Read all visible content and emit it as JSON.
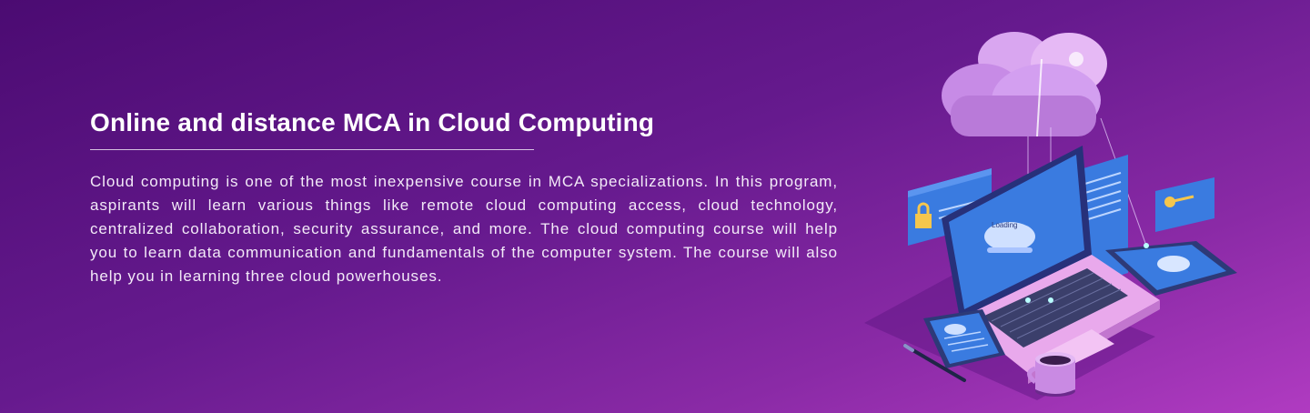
{
  "section": {
    "title": "Online and distance MCA in Cloud Computing",
    "description": "Cloud computing is one of the most inexpensive course in MCA specializations. In this program, aspirants will learn various things like remote cloud computing access, cloud technology, centralized collaboration, security assurance, and more. The cloud computing course will help you to learn data communication and fundamentals of the computer system. The course will also help you in learning three cloud powerhouses."
  },
  "illustration": {
    "icons": [
      "cloud-icon",
      "laptop-icon",
      "lock-icon",
      "key-icon",
      "tablet-icon",
      "phone-icon",
      "coffee-mug-icon",
      "pen-icon"
    ],
    "laptop_screen_text": "Loading",
    "colors": {
      "background_start": "#4b0b72",
      "background_end": "#b03bc1",
      "cloud": "#d9a6f0",
      "screen": "#3a7be0",
      "device_body": "#e9a9ec"
    }
  }
}
